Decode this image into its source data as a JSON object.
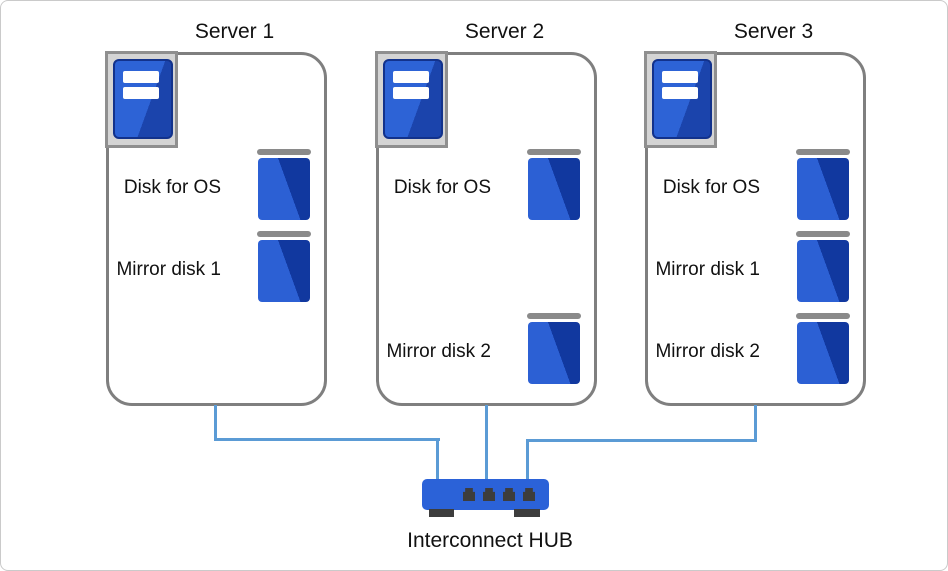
{
  "servers": [
    {
      "title": "Server 1",
      "disks": [
        {
          "label": "Disk for OS",
          "slot": 0
        },
        {
          "label": "Mirror disk 1",
          "slot": 1
        }
      ]
    },
    {
      "title": "Server 2",
      "disks": [
        {
          "label": "Disk for OS",
          "slot": 0
        },
        {
          "label": "Mirror disk 2",
          "slot": 2
        }
      ]
    },
    {
      "title": "Server 3",
      "disks": [
        {
          "label": "Disk for OS",
          "slot": 0
        },
        {
          "label": "Mirror disk 1",
          "slot": 1
        },
        {
          "label": "Mirror disk 2",
          "slot": 2
        }
      ]
    }
  ],
  "hub": {
    "label": "Interconnect HUB",
    "ports": 4
  },
  "connections": [
    {
      "from": "Server 1",
      "to": "Interconnect HUB"
    },
    {
      "from": "Server 2",
      "to": "Interconnect HUB"
    },
    {
      "from": "Server 3",
      "to": "Interconnect HUB"
    }
  ],
  "colors": {
    "server_border_gray": "#7f7f7f",
    "connector_blue": "#5b9bd5",
    "disk_blue_light": "#2c60d4",
    "disk_blue_dark": "#11389f",
    "disk_cap_gray": "#8a8a8a",
    "hub_blue": "#2b62d8",
    "hub_port_dark": "#3d3d3d",
    "icon_box_gray": "#d4d4d4",
    "icon_box_border_gray": "#8f8f8f",
    "tower_blue_light": "#2d63d6",
    "tower_blue_dark": "#1b44ac",
    "tower_border_navy": "#12328c",
    "text_black": "#111111",
    "canvas_border_gray": "#cacaca"
  }
}
